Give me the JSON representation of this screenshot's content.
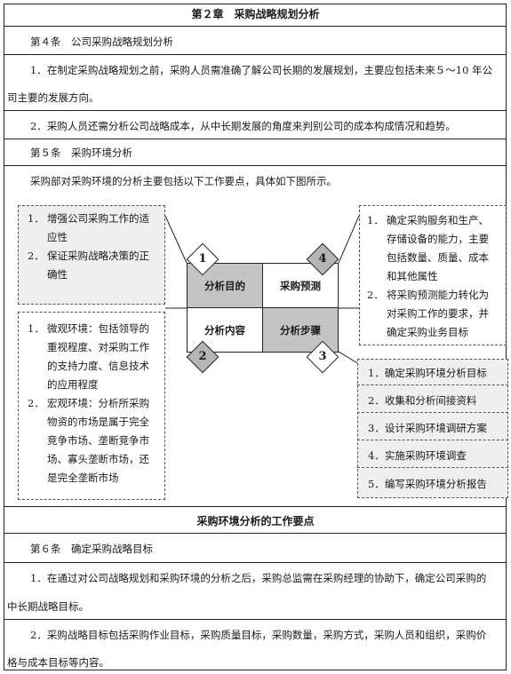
{
  "chapter_title": "第２章　采购战略规划分析",
  "article4": {
    "heading": "第４条　公司采购战略规划分析",
    "p1_line1": "1．在制定采购战略规划之前，采购人员需准确了解公司长期的发展规划，主要应包括未来５～10 年公",
    "p1_line2": "司主要的发展方向。",
    "p2": "2．采购人员还需分析公司战略成本，从中长期发展的角度来判别公司的成本构成情况和趋势。"
  },
  "article5": {
    "heading": "第５条　采购环境分析",
    "intro": "采购部对采购环境的分析主要包括以下工作要点，具体如下图所示。"
  },
  "diagram": {
    "quad_tl": "分析目的",
    "quad_tr": "采购预测",
    "quad_bl": "分析内容",
    "quad_br": "分析步骤",
    "d1": "1",
    "d2": "2",
    "d3": "3",
    "d4": "4",
    "purpose": [
      {
        "num": "1．",
        "text": "增强公司采购工作的适应性"
      },
      {
        "num": "2．",
        "text": "保证采购战略决策的正确性"
      }
    ],
    "content": [
      {
        "num": "1．",
        "text": "微观环境：包括领导的重视程度、对采购工作的支持力度、信息技术的应用程度"
      },
      {
        "num": "2．",
        "text": "宏观环境：分析所采购物资的市场是属于完全竞争市场、垄断竞争市场、寡头垄断市场，还是完全垄断市场"
      }
    ],
    "forecast": [
      {
        "num": "1．",
        "text": "确定采购服务和生产、存储设备的能力，主要包括数量、质量、成本和其他属性"
      },
      {
        "num": "2．",
        "text": "将采购预测能力转化为对采购工作的要求，并确定采购业务目标"
      }
    ],
    "steps": [
      "1．确定采购环境分析目标",
      "2．收集和分析间接资料",
      "3．设计采购环境调研方案",
      "4．实施采购环境调查",
      "5．编写采购环境分析报告"
    ],
    "caption": "采购环境分析的工作要点"
  },
  "article6": {
    "heading": "第６条　确定采购战略目标",
    "p1_line1": "1．在通过对公司战略规划和采购环境的分析之后，采购总监需在采购经理的协助下，确定公司采购的",
    "p1_line2": "中长期战略目标。",
    "p2_line1": "2．采购战略目标包括采购作业目标，采购质量目标，采购数量，采购方式，采购人员和组织，采购价",
    "p2_line2": "格与成本目标等内容。"
  }
}
